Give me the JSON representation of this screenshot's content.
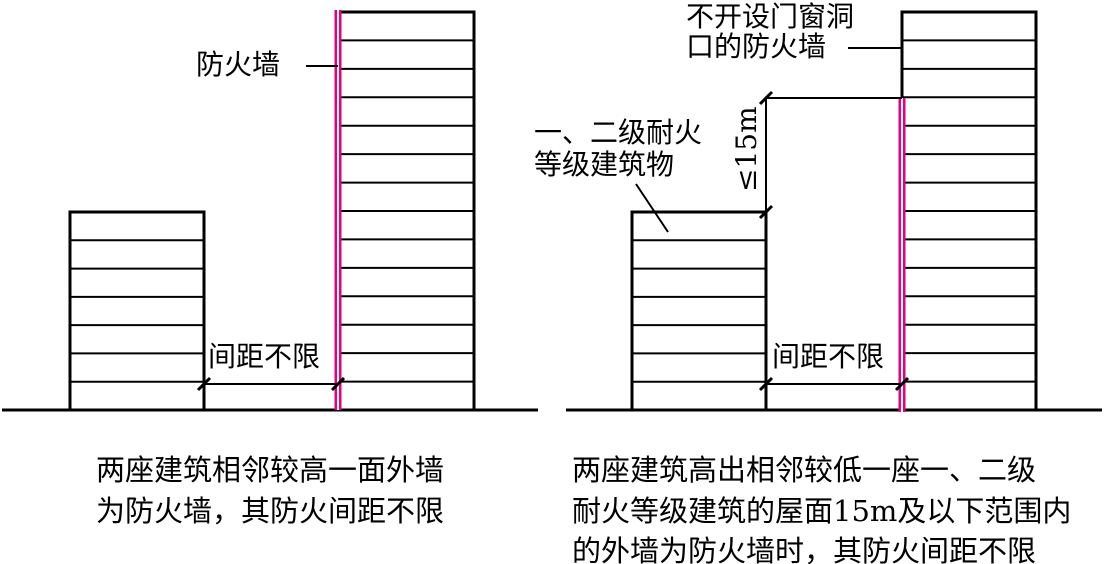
{
  "colors": {
    "firewall": "#e6007e",
    "ink": "#000000",
    "background": "#ffffff"
  },
  "left": {
    "label_firewall": "防火墙",
    "label_spacing": "间距不限",
    "caption_line1": "两座建筑相邻较高一面外墙",
    "caption_line2": "为防火墙，其防火间距不限",
    "low_building_floors": 7,
    "tall_building_floors": 14
  },
  "right": {
    "label_wall_line1": "不开设门窗洞",
    "label_wall_line2": "口的防火墙",
    "label_building_line1": "一、二级耐火",
    "label_building_line2": "等级建筑物",
    "label_height": "≤15m",
    "label_spacing": "间距不限",
    "caption_line1": "两座建筑高出相邻较低一座一、二级",
    "caption_line2": "耐火等级建筑的屋面15m及以下范围内",
    "caption_line3": "的外墙为防火墙时，其防火间距不限",
    "low_building_floors": 7,
    "tall_building_floors": 14
  }
}
